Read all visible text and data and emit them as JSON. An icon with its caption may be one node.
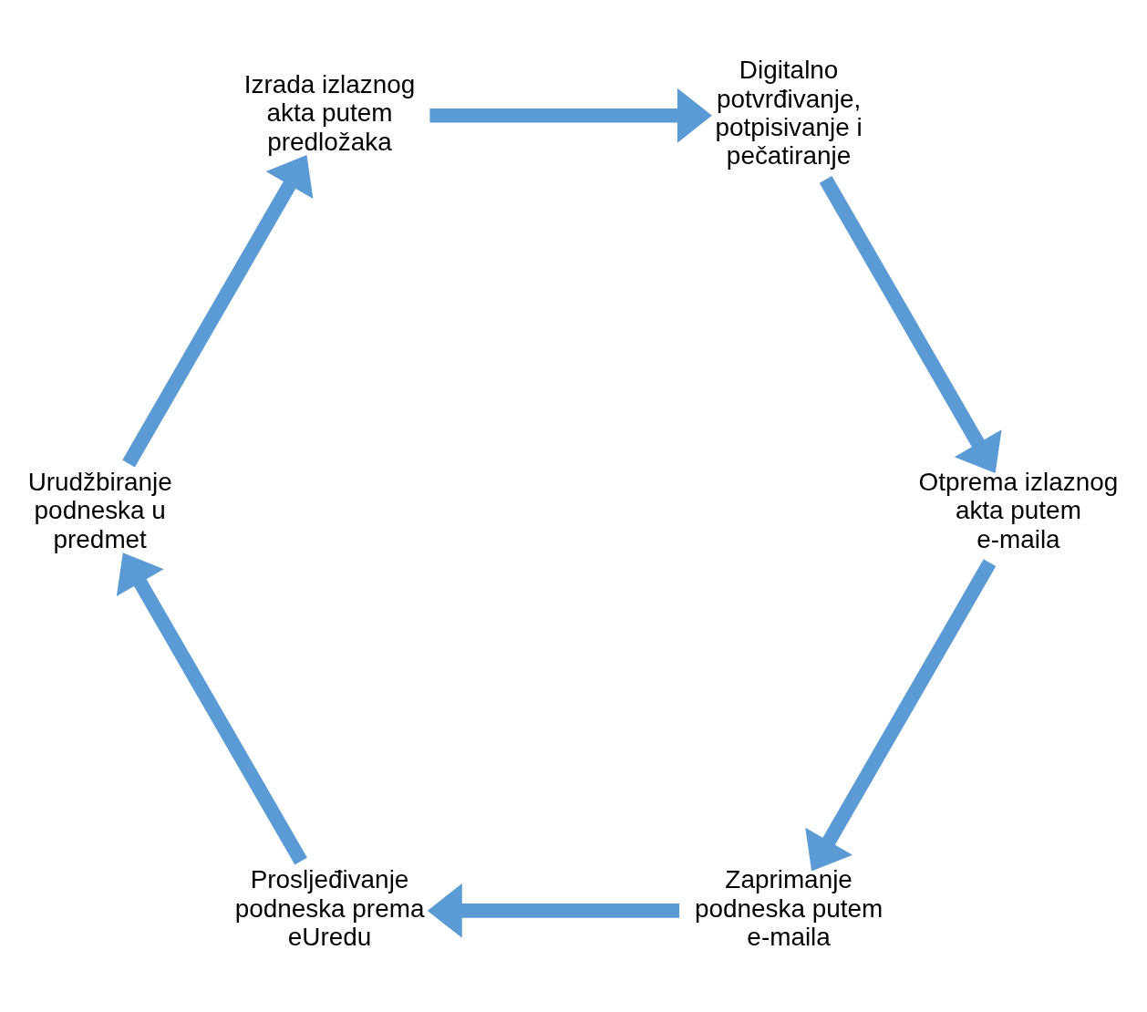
{
  "diagram": {
    "nodes": [
      {
        "text": [
          "Zaprimanje podneska putem e-maila"
        ]
      },
      {
        "text": [
          "Prosljeđivanje podneska prema eUredu"
        ]
      },
      {
        "text": [
          "Urudžbiranje podneska u predmet"
        ]
      },
      {
        "text": [
          "Izrada izlaznog akta putem predložaka"
        ]
      },
      {
        "text": [
          "Digitalno potvrđivanje, potpisivanje i pečatiranje"
        ]
      },
      {
        "text": [
          "Otprema izlaznog akta putem e-maila"
        ]
      }
    ],
    "edges": [
      {
        "from": 0,
        "to": 1,
        "arrow": "to"
      },
      {
        "from": 1,
        "to": 2,
        "arrow": "to"
      },
      {
        "from": 2,
        "to": 3,
        "arrow": "to"
      },
      {
        "from": 3,
        "to": 4,
        "arrow": "to"
      },
      {
        "from": 4,
        "to": 5,
        "arrow": "to"
      },
      {
        "from": 5,
        "to": 0,
        "arrow": "to"
      }
    ]
  }
}
